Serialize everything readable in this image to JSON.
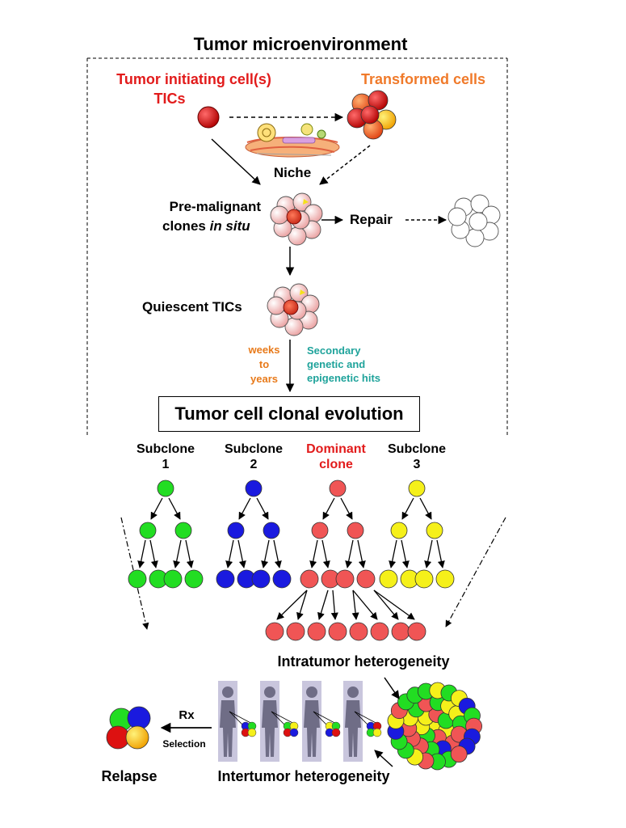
{
  "title": "Tumor microenvironment",
  "labels": {
    "tic": "Tumor initiating cell(s)",
    "tics": "TICs",
    "transformed": "Transformed cells",
    "niche": "Niche",
    "premalignant_1": "Pre-malignant",
    "premalignant_2": "clones",
    "in_situ": "in situ",
    "repair": "Repair",
    "quiescent": "Quiescent TICs",
    "weeks": "weeks",
    "to": "to",
    "years": "years",
    "secondary_1": "Secondary",
    "secondary_2": "genetic and",
    "secondary_3": "epigenetic hits",
    "clonal_evolution": "Tumor cell clonal evolution",
    "intratumor": "Intratumor heterogeneity",
    "intertumor": "Intertumor heterogeneity",
    "relapse": "Relapse",
    "rx": "Rx",
    "selection": "Selection"
  },
  "clones": [
    {
      "name": "Subclone",
      "num": "1",
      "color": "#22dd22"
    },
    {
      "name": "Subclone",
      "num": "2",
      "color": "#1a1adf"
    },
    {
      "name": "Dominant",
      "num": "clone",
      "color": "#f05555"
    },
    {
      "name": "Subclone",
      "num": "3",
      "color": "#f5f01a"
    }
  ],
  "colors": {
    "tic_red": "#e21b1b",
    "transformed_orange": "#f07a2a",
    "teal_text": "#1fa39b",
    "pale_cell": "#f8d2d2",
    "silhouette_bg": "#c9c6dd"
  }
}
